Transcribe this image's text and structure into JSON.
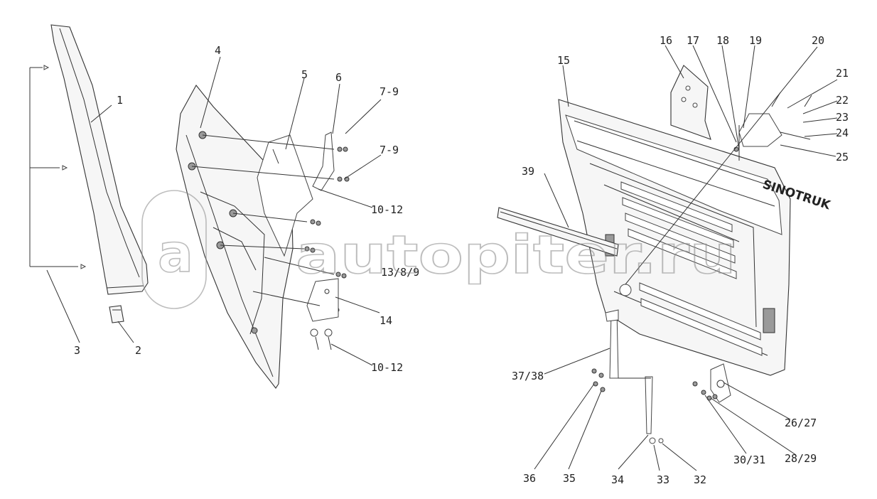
{
  "diagram": {
    "watermark": "autopiter.ru",
    "watermark_mark": "a",
    "brand_text": "SINOTRUK",
    "callouts": [
      "1",
      "2",
      "3",
      "4",
      "5",
      "6",
      "7-9",
      "7-9",
      "10-12",
      "13/8/9",
      "14",
      "10-12",
      "15",
      "16",
      "17",
      "18",
      "19",
      "20",
      "21",
      "22",
      "23",
      "24",
      "25",
      "39",
      "37/38",
      "26/27",
      "28/29",
      "30/31",
      "36",
      "35",
      "34",
      "33",
      "32"
    ]
  }
}
